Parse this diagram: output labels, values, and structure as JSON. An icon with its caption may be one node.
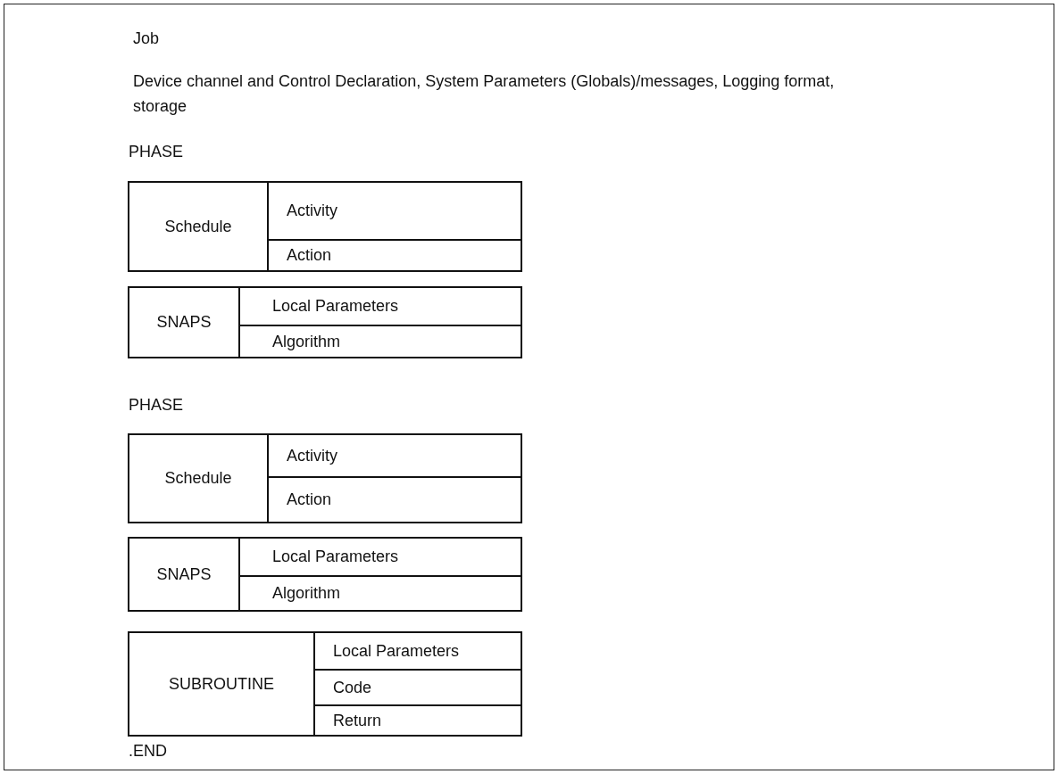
{
  "diagram": {
    "nodes": [
      {
        "text": [
          "Job",
          "Device channel and Control Declaration, System Parameters (Globals)/messages, Logging format, storage"
        ]
      },
      {
        "text": [],
        "shape": "box",
        "in": 0
      },
      {
        "text": [
          "Schedule"
        ],
        "in": 1
      },
      {
        "text": [
          "Activity"
        ],
        "in": 1
      },
      {
        "text": [
          "Action"
        ],
        "in": 1
      },
      {
        "text": [],
        "shape": "box",
        "in": 0
      },
      {
        "text": [
          "SNAPS"
        ],
        "in": 5
      },
      {
        "text": [
          "Local Parameters"
        ],
        "in": 5
      },
      {
        "text": [
          "Algorithm"
        ],
        "in": 5
      },
      {
        "text": [],
        "shape": "box",
        "in": 0
      },
      {
        "text": [
          "Schedule"
        ],
        "in": 9
      },
      {
        "text": [
          "Activity"
        ],
        "in": 9
      },
      {
        "text": [
          "Action"
        ],
        "in": 9
      },
      {
        "text": [],
        "shape": "box",
        "in": 0
      },
      {
        "text": [
          "SNAPS"
        ],
        "in": 13
      },
      {
        "text": [
          "Local Parameters"
        ],
        "in": 13
      },
      {
        "text": [
          "Algorithm"
        ],
        "in": 13
      },
      {
        "text": [],
        "shape": "box",
        "in": 0
      },
      {
        "text": [
          "SUBROUTINE"
        ],
        "in": 17
      },
      {
        "text": [
          "Local Parameters"
        ],
        "in": 17
      },
      {
        "text": [
          "Code"
        ],
        "in": 17
      },
      {
        "text": [
          "Return"
        ],
        "in": 17
      }
    ],
    "labels": [
      "PHASE",
      "PHASE",
      ".END"
    ]
  }
}
